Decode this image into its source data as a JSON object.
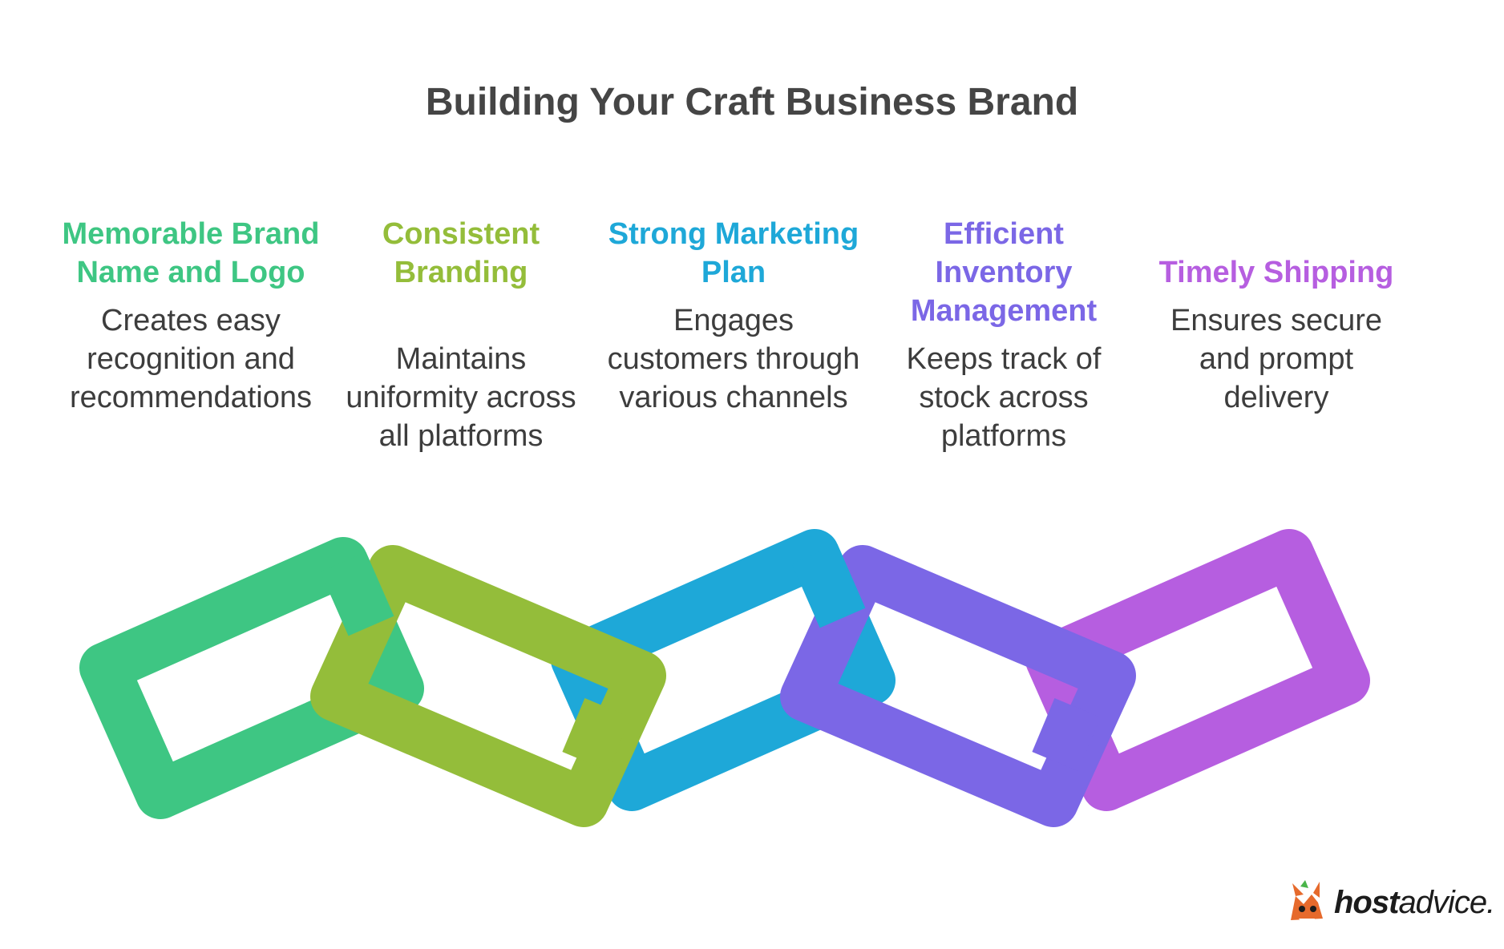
{
  "title": "Building Your Craft Business Brand",
  "steps": [
    {
      "heading": "Memorable Brand Name and Logo",
      "description": "Creates easy recognition and recommendations",
      "color": "#3ec683"
    },
    {
      "heading": "Consistent Branding",
      "description": "Maintains uniformity across all platforms",
      "color": "#94bd3a"
    },
    {
      "heading": "Strong Marketing Plan",
      "description": "Engages customers through various channels",
      "color": "#1ea8d8"
    },
    {
      "heading": "Efficient Inventory Management",
      "description": "Keeps track of stock across platforms",
      "color": "#7b67e6"
    },
    {
      "heading": "Timely Shipping",
      "description": "Ensures secure and prompt delivery",
      "color": "#b65ee0"
    }
  ],
  "brand": {
    "name_bold": "host",
    "name_rest": "advice.",
    "icon": "fox-mascot-icon"
  }
}
